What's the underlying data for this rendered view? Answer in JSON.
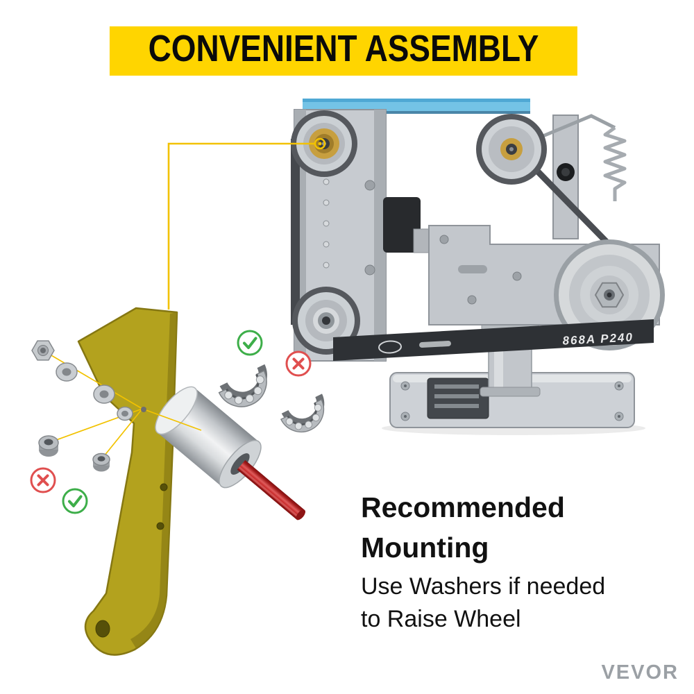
{
  "banner": {
    "title": "CONVENIENT ASSEMBLY"
  },
  "machine": {
    "belt_label": "868A  P240"
  },
  "mounting": {
    "title_line1": "Recommended",
    "title_line2": "Mounting",
    "note_line1": "Use Washers if needed",
    "note_line2": "to Raise Wheel"
  },
  "brand": {
    "name": "VEVOR"
  },
  "icons": {
    "correct": "check-circle",
    "incorrect": "cross-circle"
  },
  "colors": {
    "banner-bg": "#FFD500",
    "banner-fg": "#0A0A0A",
    "accent-yellow": "#F2C200",
    "bracket": "#B3A21E",
    "bracket-edge": "#857712",
    "check-green": "#3DAE49",
    "cross-red": "#E04F4F",
    "shaft-red": "#C62828",
    "belt-blue": "#74C3E6",
    "logo-gray": "#9BA0A5",
    "text-dark": "#111111"
  }
}
